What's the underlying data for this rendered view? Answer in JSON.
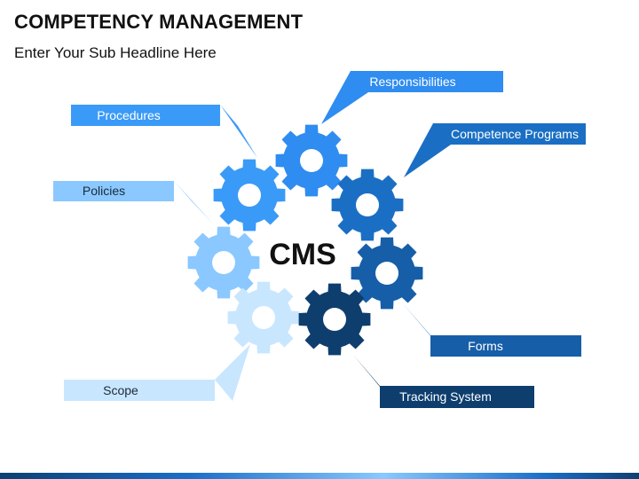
{
  "header": {
    "title": "COMPETENCY MANAGEMENT",
    "subtitle": "Enter Your Sub Headline Here"
  },
  "center_label": "CMS",
  "items": [
    {
      "label": "Responsibilities",
      "color": "#2f8cf0",
      "text_color": "#ffffff"
    },
    {
      "label": "Competence Programs",
      "color": "#1a6fc4",
      "text_color": "#ffffff"
    },
    {
      "label": "Procedures",
      "color": "#3a9af7",
      "text_color": "#ffffff"
    },
    {
      "label": "Policies",
      "color": "#8ac8ff",
      "text_color": "#1b2a3a"
    },
    {
      "label": "Forms",
      "color": "#165ea8",
      "text_color": "#ffffff"
    },
    {
      "label": "Scope",
      "color": "#c9e6ff",
      "text_color": "#1b2a3a"
    },
    {
      "label": "Tracking System",
      "color": "#0e3e6e",
      "text_color": "#ffffff"
    }
  ],
  "gear_colors": [
    "#2f8cf0",
    "#1a6fc4",
    "#3a9af7",
    "#8ac8ff",
    "#165ea8",
    "#c9e6ff",
    "#0e3e6e"
  ]
}
